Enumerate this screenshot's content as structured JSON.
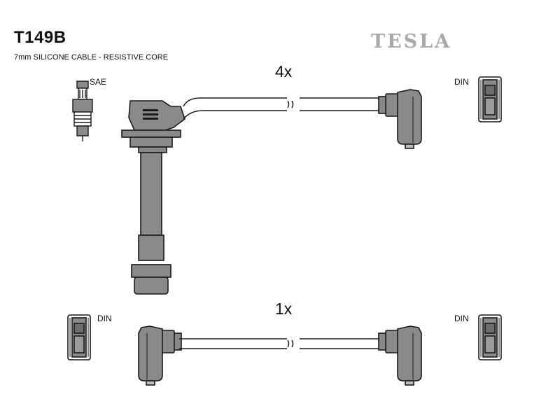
{
  "header": {
    "part_number": "T149B",
    "cable_spec": "7mm SILICONE CABLE - RESISTIVE CORE",
    "brand": "TESLA"
  },
  "top_lead": {
    "quantity": "4x",
    "left_end_label": "SAE",
    "right_end_label": "DIN"
  },
  "bottom_lead": {
    "quantity": "1x",
    "left_end_label": "DIN",
    "right_end_label": "DIN"
  },
  "colors": {
    "part_fill": "#8a8a8a",
    "outline": "#1a1a1a",
    "brand": "#a9a9a9"
  }
}
